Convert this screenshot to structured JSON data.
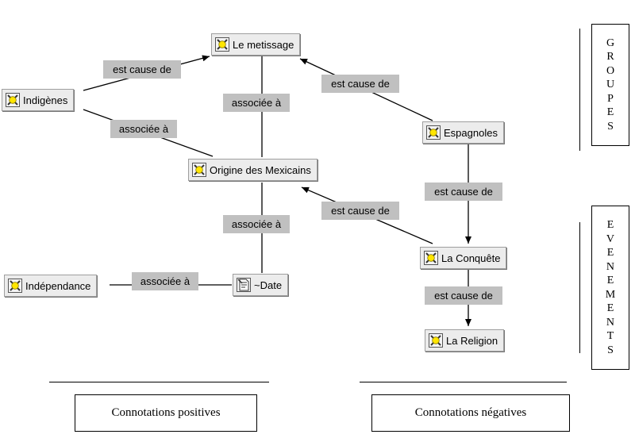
{
  "nodes": {
    "metissage": "Le metissage",
    "indigenes": "Indigènes",
    "origine": "Origine des Mexicains",
    "espagnoles": "Espagnoles",
    "independance": "Indépendance",
    "date": "~Date",
    "conquete": "La Conquête",
    "religion": "La Religion"
  },
  "links": {
    "indigenes_metissage": "est cause de",
    "indigenes_origine": "associée à",
    "origine_metissage": "associée à",
    "espagnoles_metissage": "est cause de",
    "espagnoles_conquete": "est cause de",
    "conquete_origine": "est cause de",
    "origine_date": "associée à",
    "independance_date": "associée à",
    "conquete_religion": "est cause de"
  },
  "legend": {
    "groupes": "GROUPES",
    "evenements": "EVENEMENTS",
    "positive": "Connotations positives",
    "negative": "Connotations négatives"
  },
  "icons": {
    "concept": "concept-star-icon",
    "date": "date-document-icon"
  }
}
